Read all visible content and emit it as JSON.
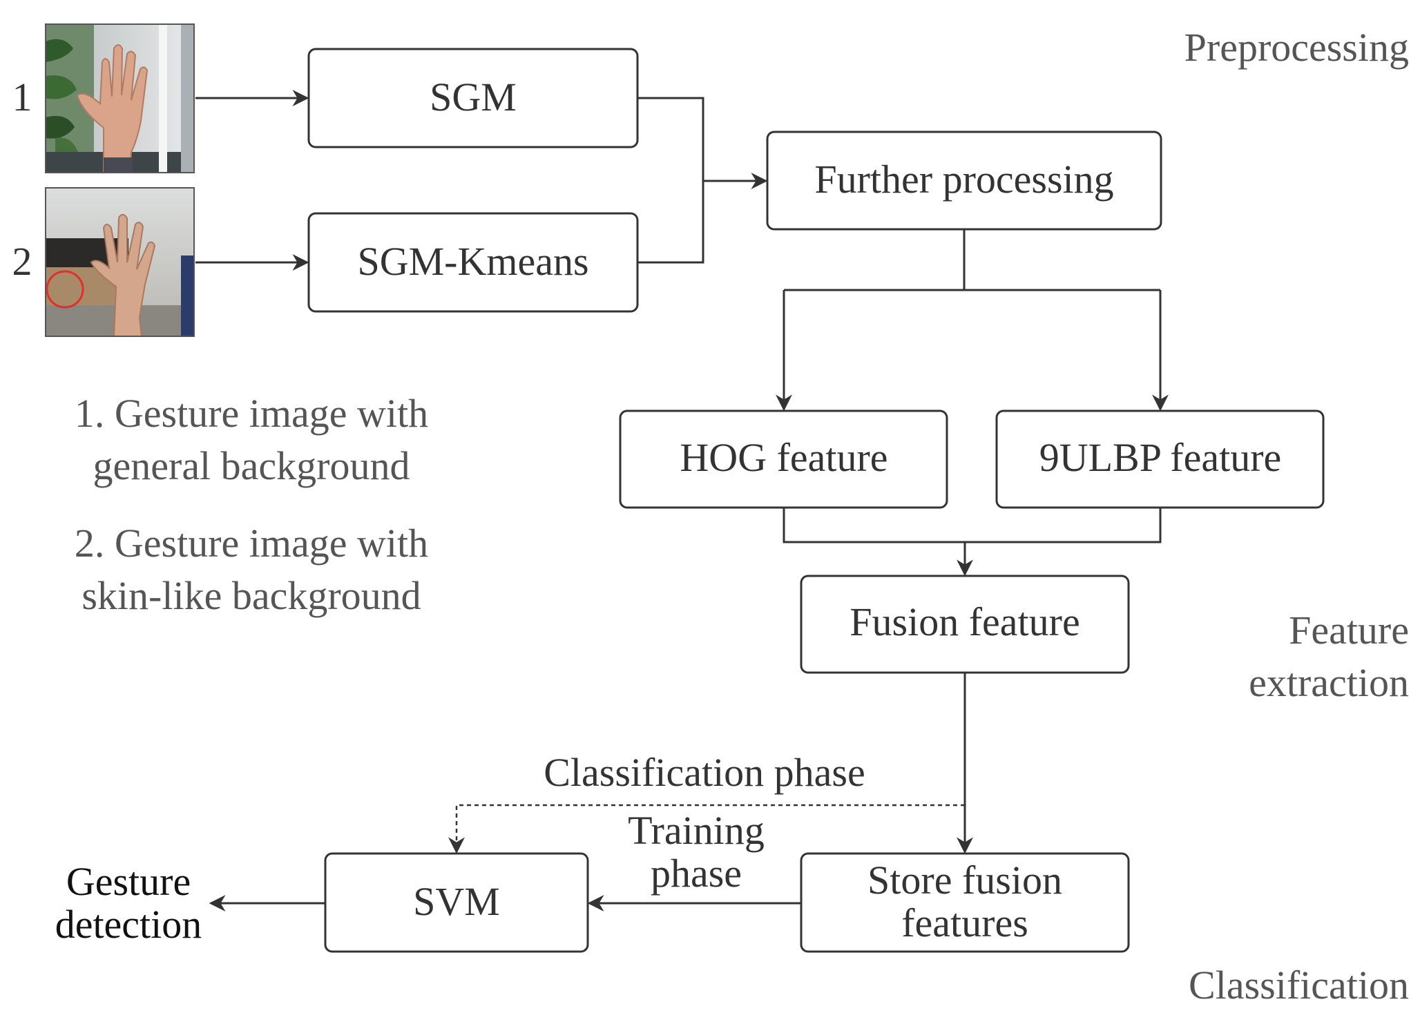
{
  "stages": {
    "preprocessing": "Preprocessing",
    "feature_extraction_line1": "Feature",
    "feature_extraction_line2": "extraction",
    "classification": "Classification"
  },
  "inputs": {
    "image1_number": "1",
    "image2_number": "2"
  },
  "legend": {
    "item1_line1": "1. Gesture image with",
    "item1_line2": "general background",
    "item2_line1": "2. Gesture image with",
    "item2_line2": "skin-like background"
  },
  "nodes": {
    "sgm": "SGM",
    "sgm_kmeans": "SGM-Kmeans",
    "further_processing": "Further processing",
    "hog_feature": "HOG feature",
    "ulbp_feature": "9ULBP feature",
    "fusion_feature": "Fusion feature",
    "store_line1": "Store fusion",
    "store_line2": "features",
    "svm": "SVM",
    "output_line1": "Gesture",
    "output_line2": "detection"
  },
  "edges": {
    "classification_phase": "Classification phase",
    "training_line1": "Training",
    "training_line2": "phase"
  },
  "colors": {
    "line": "#333333",
    "highlight_circle": "#e0302a"
  }
}
